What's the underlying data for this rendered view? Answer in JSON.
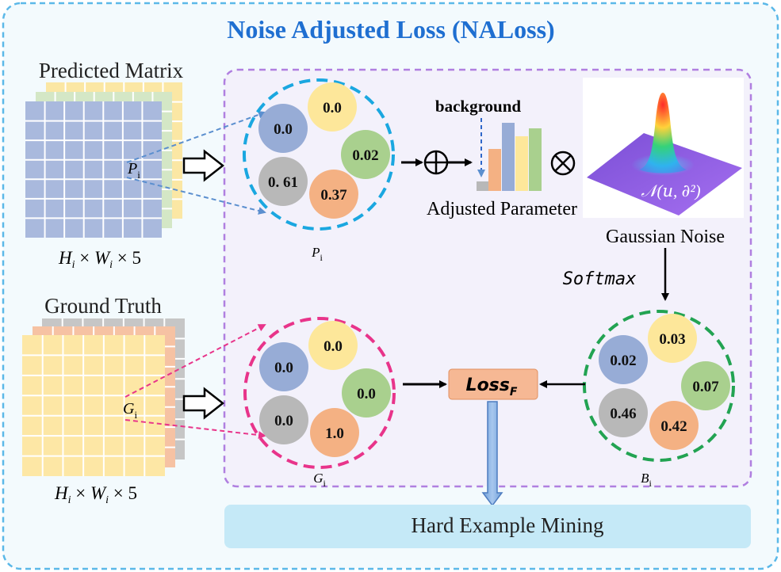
{
  "title": "Noise Adjusted Loss (NALoss)",
  "predicted": {
    "title": "Predicted Matrix",
    "cell_label": "P",
    "cell_sub": "i",
    "dims": {
      "h": "H",
      "w": "W",
      "sub": "i",
      "times": "×",
      "depth": "5"
    }
  },
  "ground_truth": {
    "title": "Ground Truth",
    "cell_label": "G",
    "cell_sub": "i",
    "dims": {
      "h": "H",
      "w": "W",
      "sub": "i",
      "times": "×",
      "depth": "5"
    }
  },
  "p_circle": {
    "label": "P",
    "sub": "i",
    "values": [
      "0.0",
      "0.0",
      "0.02",
      "0. 61",
      "0.37"
    ]
  },
  "g_circle": {
    "label": "G",
    "sub": "i",
    "values": [
      "0.0",
      "0.0",
      "0.0",
      "0.0",
      "1.0"
    ]
  },
  "b_circle": {
    "label": "B",
    "sub": "i",
    "values": [
      "0.03",
      "0.02",
      "0.07",
      "0.46",
      "0.42"
    ]
  },
  "background_label": "background",
  "adjusted_parameter_label": "Adjusted Parameter",
  "gaussian_noise_label": "Gaussian Noise",
  "gaussian_formula": "𝒩(𝑢, 𝜕²)",
  "softmax_label": "Softmax",
  "loss": {
    "label": "Loss",
    "sub": "F"
  },
  "hard_example_mining": "Hard Example Mining",
  "colors": {
    "outer_border": "#5bb8e8",
    "inner_border": "#b07fe0",
    "inner_fill": "#f3f1fb",
    "title": "#1f6fd1",
    "blue": "#97acd6",
    "yellow": "#fde79a",
    "green": "#a9d08e",
    "gray": "#b8b8b8",
    "orange": "#f4b183",
    "p_dash": "#1aa7e0",
    "g_dash": "#e8348a",
    "b_dash": "#22a352",
    "hem_fill": "#c5e9f7"
  }
}
